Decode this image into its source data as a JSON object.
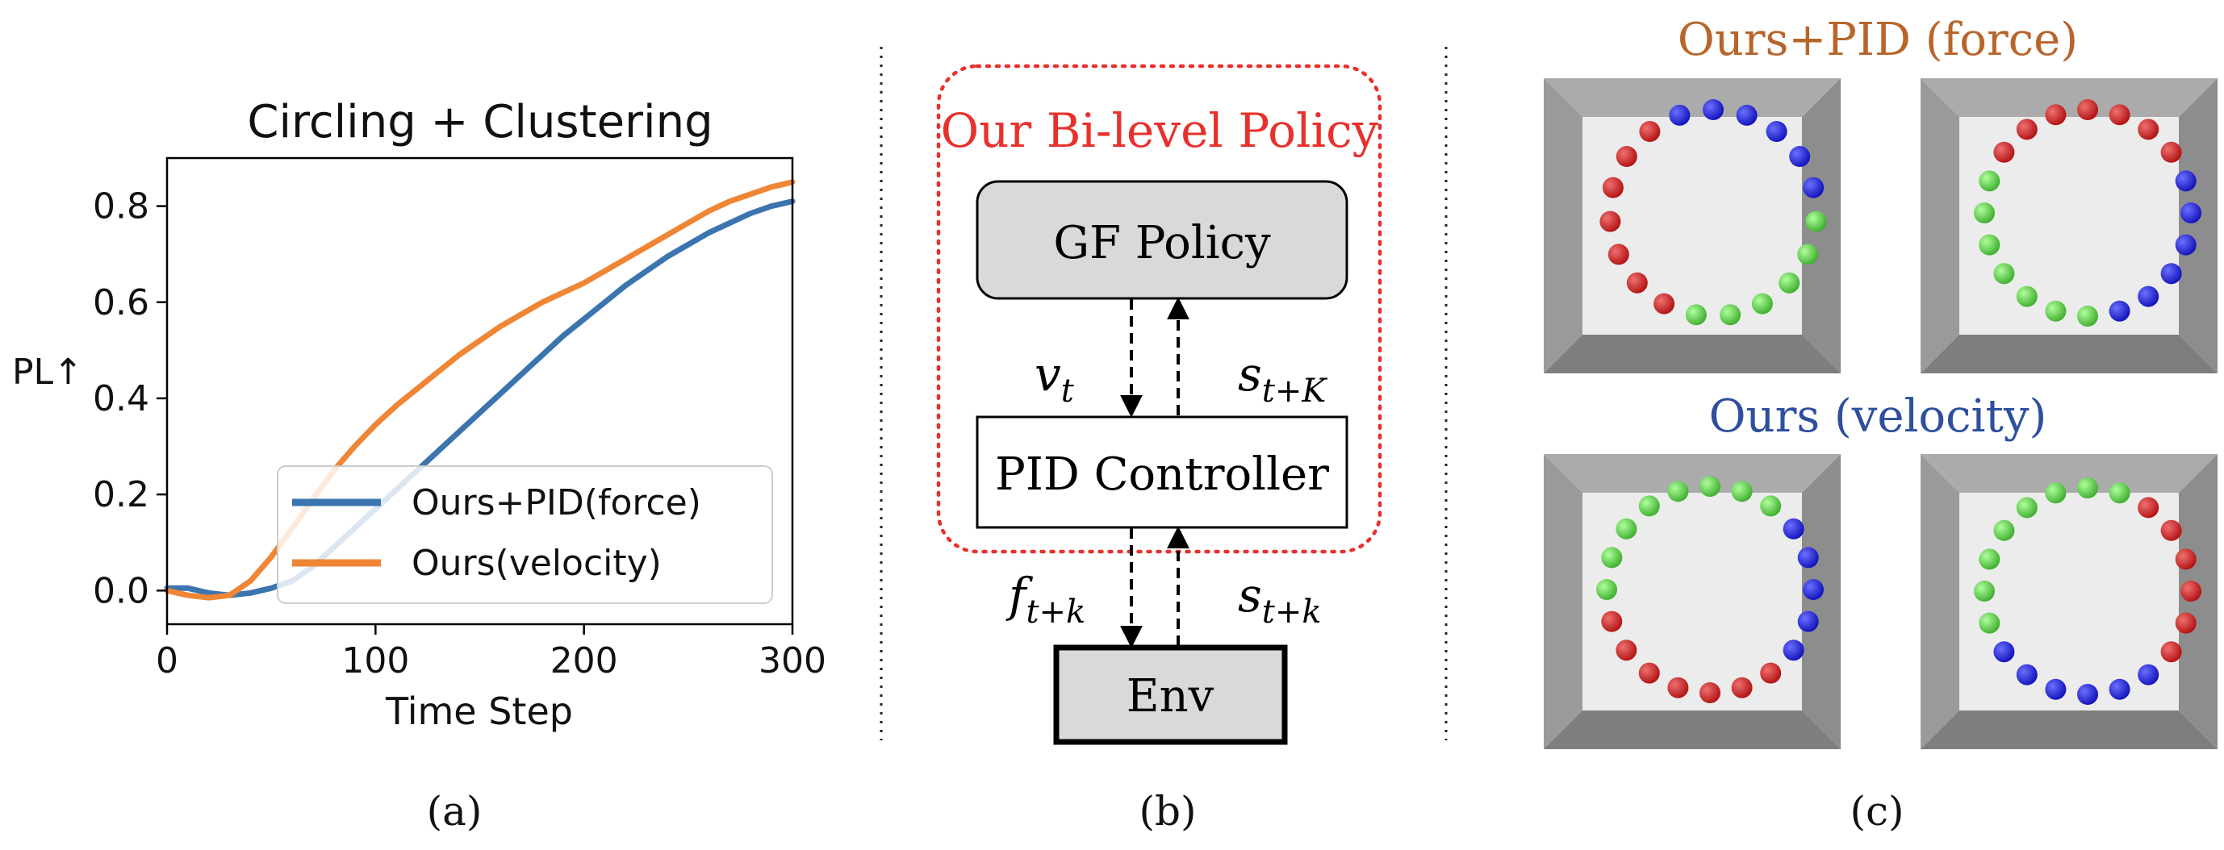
{
  "chart_data": {
    "type": "line",
    "title": "Circling + Clustering",
    "xlabel": "Time Step",
    "ylabel": "PL↑",
    "xlim": [
      0,
      300
    ],
    "ylim": [
      -0.07,
      0.9
    ],
    "xticks": [
      "0",
      "100",
      "200",
      "300"
    ],
    "yticks": [
      "0.0",
      "0.2",
      "0.4",
      "0.6",
      "0.8"
    ],
    "xtick_values": [
      0,
      100,
      200,
      300
    ],
    "ytick_values": [
      0.0,
      0.2,
      0.4,
      0.6,
      0.8
    ],
    "grid": false,
    "legend_position": "lower-right",
    "x": [
      0,
      10,
      20,
      30,
      40,
      50,
      60,
      70,
      80,
      90,
      100,
      110,
      120,
      130,
      140,
      150,
      160,
      170,
      180,
      190,
      200,
      210,
      220,
      230,
      240,
      250,
      260,
      270,
      280,
      290,
      300
    ],
    "series": [
      {
        "name": "Ours+PID(force)",
        "color": "#3b75af",
        "values": [
          0.005,
          0.005,
          -0.005,
          -0.01,
          -0.005,
          0.005,
          0.02,
          0.05,
          0.09,
          0.13,
          0.17,
          0.21,
          0.25,
          0.29,
          0.33,
          0.37,
          0.41,
          0.45,
          0.49,
          0.53,
          0.565,
          0.6,
          0.635,
          0.665,
          0.695,
          0.72,
          0.745,
          0.765,
          0.785,
          0.8,
          0.81
        ]
      },
      {
        "name": "Ours(velocity)",
        "color": "#ef8636",
        "values": [
          0.0,
          -0.01,
          -0.015,
          -0.01,
          0.02,
          0.07,
          0.13,
          0.19,
          0.25,
          0.3,
          0.345,
          0.385,
          0.42,
          0.455,
          0.49,
          0.52,
          0.55,
          0.575,
          0.6,
          0.62,
          0.64,
          0.665,
          0.69,
          0.715,
          0.74,
          0.765,
          0.79,
          0.81,
          0.825,
          0.84,
          0.85
        ]
      }
    ]
  },
  "diagram": {
    "policy_box_label": "Our Bi-level Policy",
    "gf_policy": "GF Policy",
    "pid_controller": "PID Controller",
    "env": "Env",
    "labels": {
      "v_base": "v",
      "v_sub": "t",
      "sK_base": "s",
      "sK_sub": "t+K",
      "f_base": "f",
      "f_sub": "t+k",
      "sk_base": "s",
      "sk_sub": "t+k"
    },
    "accent_color": "#e8302c"
  },
  "panel_c": {
    "title_top": "Ours+PID (force)",
    "title_top_color": "#b8652c",
    "title_bottom": "Ours (velocity)",
    "title_bottom_color": "#2d4f9e",
    "colors": {
      "red": "#cc2020",
      "green": "#55cc44",
      "blue": "#1c22d4"
    },
    "scenes": [
      {
        "name": "force-scene-1",
        "balls": [
          "blue",
          "blue",
          "blue",
          "blue",
          "blue",
          "green",
          "green",
          "green",
          "green",
          "green",
          "green",
          "red",
          "red",
          "red",
          "red",
          "red",
          "red",
          "red",
          "blue"
        ]
      },
      {
        "name": "force-scene-2",
        "balls": [
          "red",
          "red",
          "red",
          "red",
          "blue",
          "blue",
          "blue",
          "blue",
          "blue",
          "blue",
          "green",
          "green",
          "green",
          "green",
          "green",
          "green",
          "green",
          "red",
          "red",
          "red"
        ]
      },
      {
        "name": "velocity-scene-1",
        "balls": [
          "green",
          "green",
          "green",
          "blue",
          "blue",
          "blue",
          "blue",
          "blue",
          "red",
          "red",
          "red",
          "red",
          "red",
          "red",
          "red",
          "green",
          "green",
          "green",
          "green",
          "green"
        ]
      },
      {
        "name": "velocity-scene-2",
        "balls": [
          "green",
          "green",
          "red",
          "red",
          "red",
          "red",
          "red",
          "red",
          "blue",
          "blue",
          "blue",
          "blue",
          "blue",
          "blue",
          "green",
          "green",
          "green",
          "green",
          "green",
          "green"
        ]
      }
    ]
  },
  "captions": {
    "a": "(a)",
    "b": "(b)",
    "c": "(c)"
  }
}
